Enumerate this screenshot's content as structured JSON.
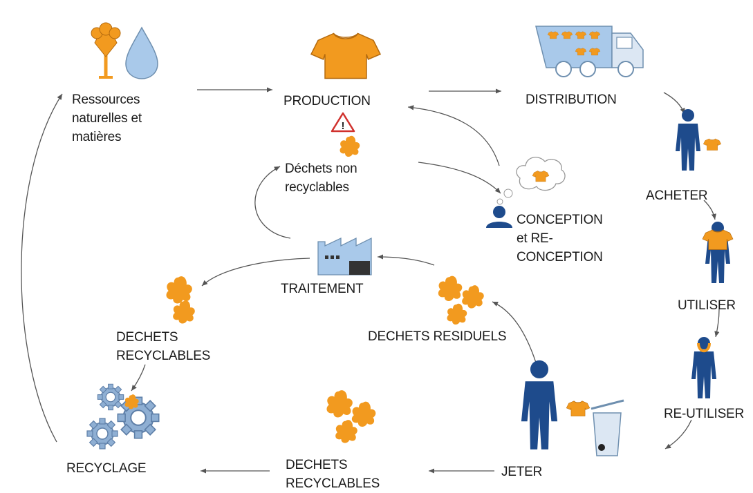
{
  "nodes": {
    "ressources": [
      "Ressources",
      "naturelles et",
      "matières"
    ],
    "production": "PRODUCTION",
    "distribution": "DISTRIBUTION",
    "dechets_non_recyclables": [
      "Déchets non",
      "recyclables"
    ],
    "conception": [
      "CONCEPTION",
      "et RE-",
      "CONCEPTION"
    ],
    "acheter": "ACHETER",
    "utiliser": "UTILISER",
    "reutiliser": "RE-UTILISER",
    "traitement": "TRAITEMENT",
    "dechets_recyclables_left": [
      "DECHETS",
      "RECYCLABLES"
    ],
    "dechets_residuels": "DECHETS RESIDUELS",
    "recyclage": "RECYCLAGE",
    "dechets_recyclables_bottom": [
      "DECHETS",
      "RECYCLABLES"
    ],
    "jeter": "JETER"
  },
  "colors": {
    "orange": "#F29A1F",
    "navy": "#1E4B8C",
    "gear_blue": "#8FAFD3",
    "drop_blue": "#A9C9EA",
    "arrow": "#555555",
    "warning_red": "#D0312D"
  },
  "icons": [
    "cotton-flower-icon",
    "water-drop-icon",
    "tshirt-icon",
    "truck-icon",
    "warning-icon",
    "person-icon",
    "thought-bubble-icon",
    "factory-icon",
    "gears-icon",
    "trash-bin-icon",
    "textile-scrap-icon"
  ]
}
